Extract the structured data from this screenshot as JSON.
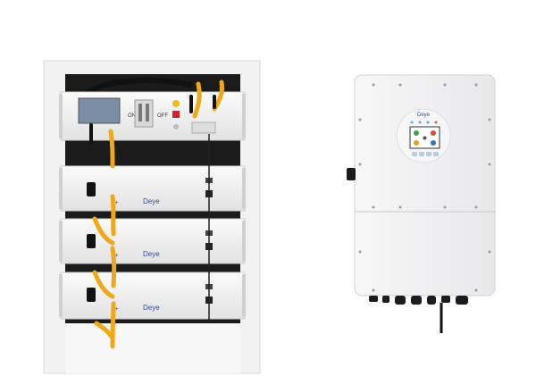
{
  "rack": {
    "control_module": {
      "on_label": "ON",
      "off_label": "OFF"
    },
    "battery_modules": [
      {
        "terminal_label": "B+",
        "brand": "Deye"
      },
      {
        "terminal_label": "B+",
        "brand": "Deye"
      },
      {
        "terminal_label": "B+",
        "brand": "Deye"
      }
    ]
  },
  "inverter": {
    "brand": "Deye"
  },
  "colors": {
    "cable_orange": "#f0a818",
    "brand_blue": "#2f4aa0",
    "panel_grey": "#e9e9ea",
    "frame_white": "#f3f3f3"
  }
}
